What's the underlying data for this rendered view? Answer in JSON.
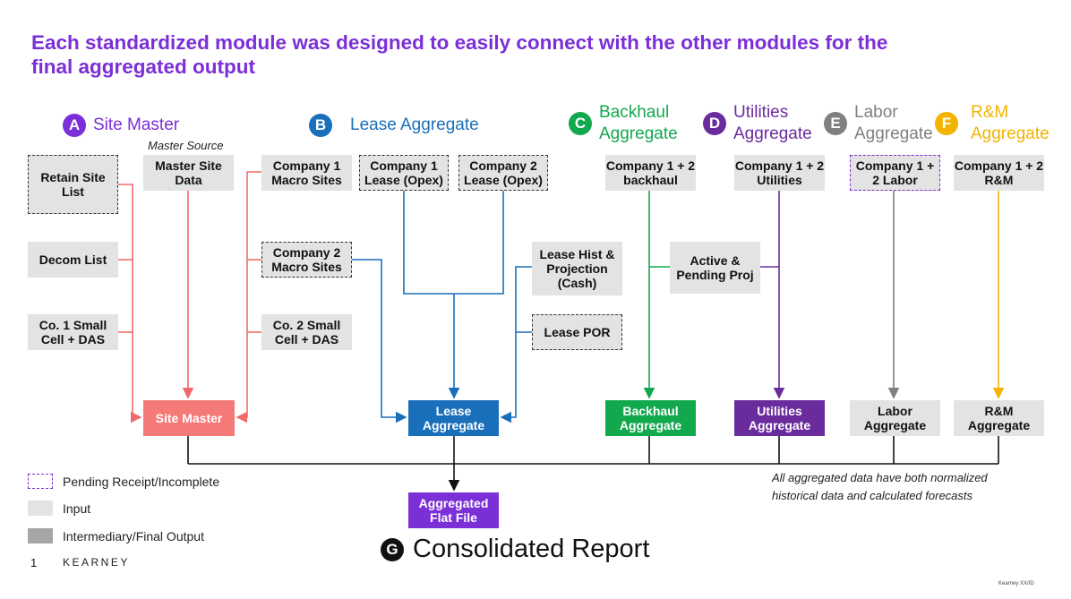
{
  "title": "Each standardized module was designed to easily connect with the other modules for the final aggregated output",
  "modules": {
    "a": {
      "letter": "A",
      "label": "Site Master",
      "color": "#7b2fd6"
    },
    "b": {
      "letter": "B",
      "label": "Lease Aggregate",
      "color": "#1a6fba"
    },
    "c": {
      "letter": "C",
      "label": "Backhaul Aggregate",
      "color": "#12a84e"
    },
    "d": {
      "letter": "D",
      "label": "Utilities Aggregate",
      "color": "#6a2b9c"
    },
    "e": {
      "letter": "E",
      "label": "Labor Aggregate",
      "color": "#808080"
    },
    "f": {
      "letter": "F",
      "label": "R&M Aggregate",
      "color": "#f2b400"
    },
    "g": {
      "letter": "G",
      "label": "Consolidated Report",
      "color": "#111111"
    }
  },
  "master_source": "Master Source",
  "inputs": {
    "retain_site_list": "Retain Site List",
    "decom_list": "Decom List",
    "co1_small_cell": "Co. 1 Small Cell + DAS",
    "master_site_data": "Master Site Data",
    "company1_macro": "Company 1 Macro Sites",
    "company2_macro": "Company 2 Macro Sites",
    "co2_small_cell": "Co. 2 Small Cell + DAS",
    "company1_lease_opex": "Company 1 Lease (Opex)",
    "company2_lease_opex": "Company 2 Lease (Opex)",
    "lease_hist": "Lease Hist & Projection (Cash)",
    "lease_por": "Lease POR",
    "backhaul_input": "Company 1 + 2 backhaul",
    "active_pending": "Active & Pending Proj",
    "utilities_input": "Company 1 + 2 Utilities",
    "labor_input": "Company 1 + 2 Labor",
    "rm_input": "Company 1 + 2 R&M"
  },
  "outputs": {
    "site_master": "Site Master",
    "lease_aggregate": "Lease Aggregate",
    "backhaul_aggregate": "Backhaul Aggregate",
    "utilities_aggregate": "Utilities Aggregate",
    "labor_aggregate": "Labor Aggregate",
    "rm_aggregate": "R&M Aggregate",
    "flat_file": "Aggregated Flat File"
  },
  "note": "All aggregated data have both normalized historical data and calculated forecasts",
  "legend": {
    "pending": "Pending Receipt/Incomplete",
    "input": "Input",
    "output": "Intermediary/Final Output"
  },
  "footer": {
    "page": "1",
    "brand": "KEARNEY",
    "tag": "Kearney XX/ID"
  },
  "colors": {
    "site_master_line": "#f06a6a",
    "site_master_box": "#f47a78",
    "lease": "#1a6fba",
    "backhaul": "#12a84e",
    "utilities": "#6a2b9c",
    "labor": "#808080",
    "rm": "#f2b400",
    "input_grey": "#e3e3e3",
    "output_grey": "#a6a6a6"
  }
}
